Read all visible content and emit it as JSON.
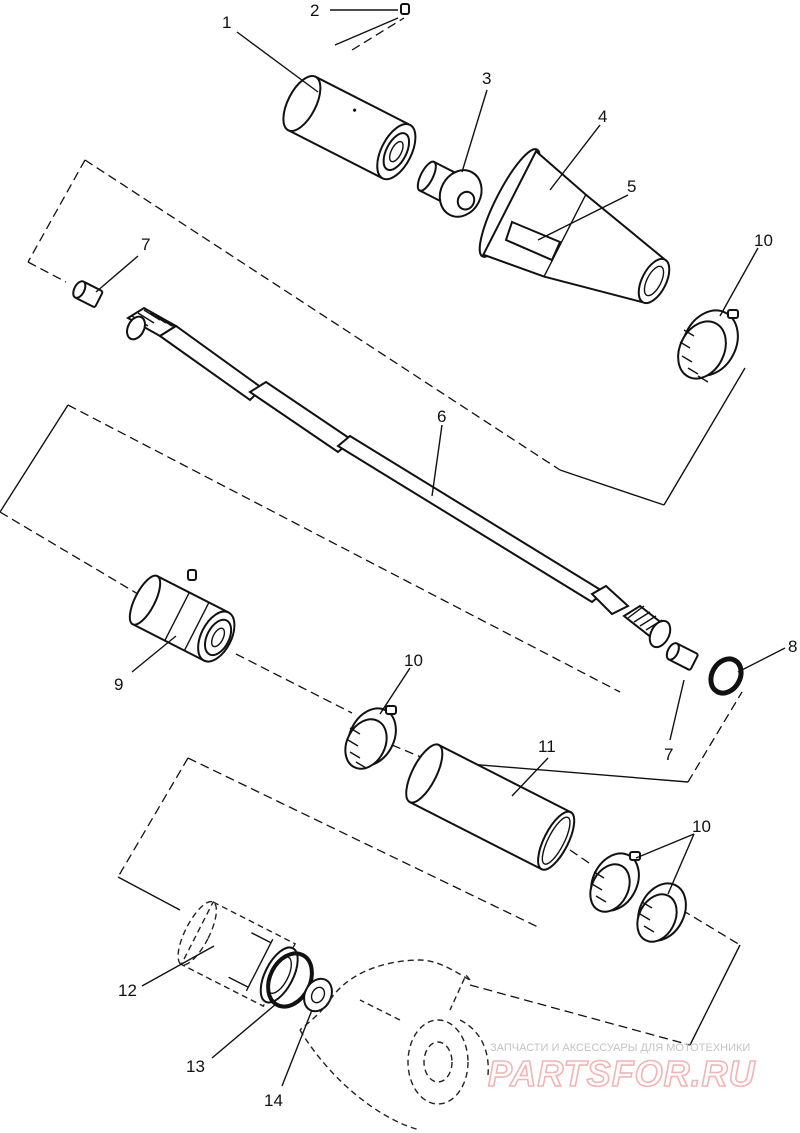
{
  "diagram": {
    "callouts": [
      {
        "id": "1",
        "text": "1"
      },
      {
        "id": "2",
        "text": "2"
      },
      {
        "id": "3",
        "text": "3"
      },
      {
        "id": "4",
        "text": "4"
      },
      {
        "id": "5",
        "text": "5"
      },
      {
        "id": "7a",
        "text": "7"
      },
      {
        "id": "10a",
        "text": "10"
      },
      {
        "id": "6",
        "text": "6"
      },
      {
        "id": "9",
        "text": "9"
      },
      {
        "id": "10b",
        "text": "10"
      },
      {
        "id": "8",
        "text": "8"
      },
      {
        "id": "7b",
        "text": "7"
      },
      {
        "id": "11",
        "text": "11"
      },
      {
        "id": "10c",
        "text": "10"
      },
      {
        "id": "12",
        "text": "12"
      },
      {
        "id": "13",
        "text": "13"
      },
      {
        "id": "14",
        "text": "14"
      }
    ]
  },
  "watermark": {
    "tagline": "ЗАПЧАСТИ И АКСЕССУАРЫ ДЛЯ МОТОТЕХНИКИ",
    "brand": "PARTSFOR.RU",
    "color": "#f2b4b4"
  }
}
